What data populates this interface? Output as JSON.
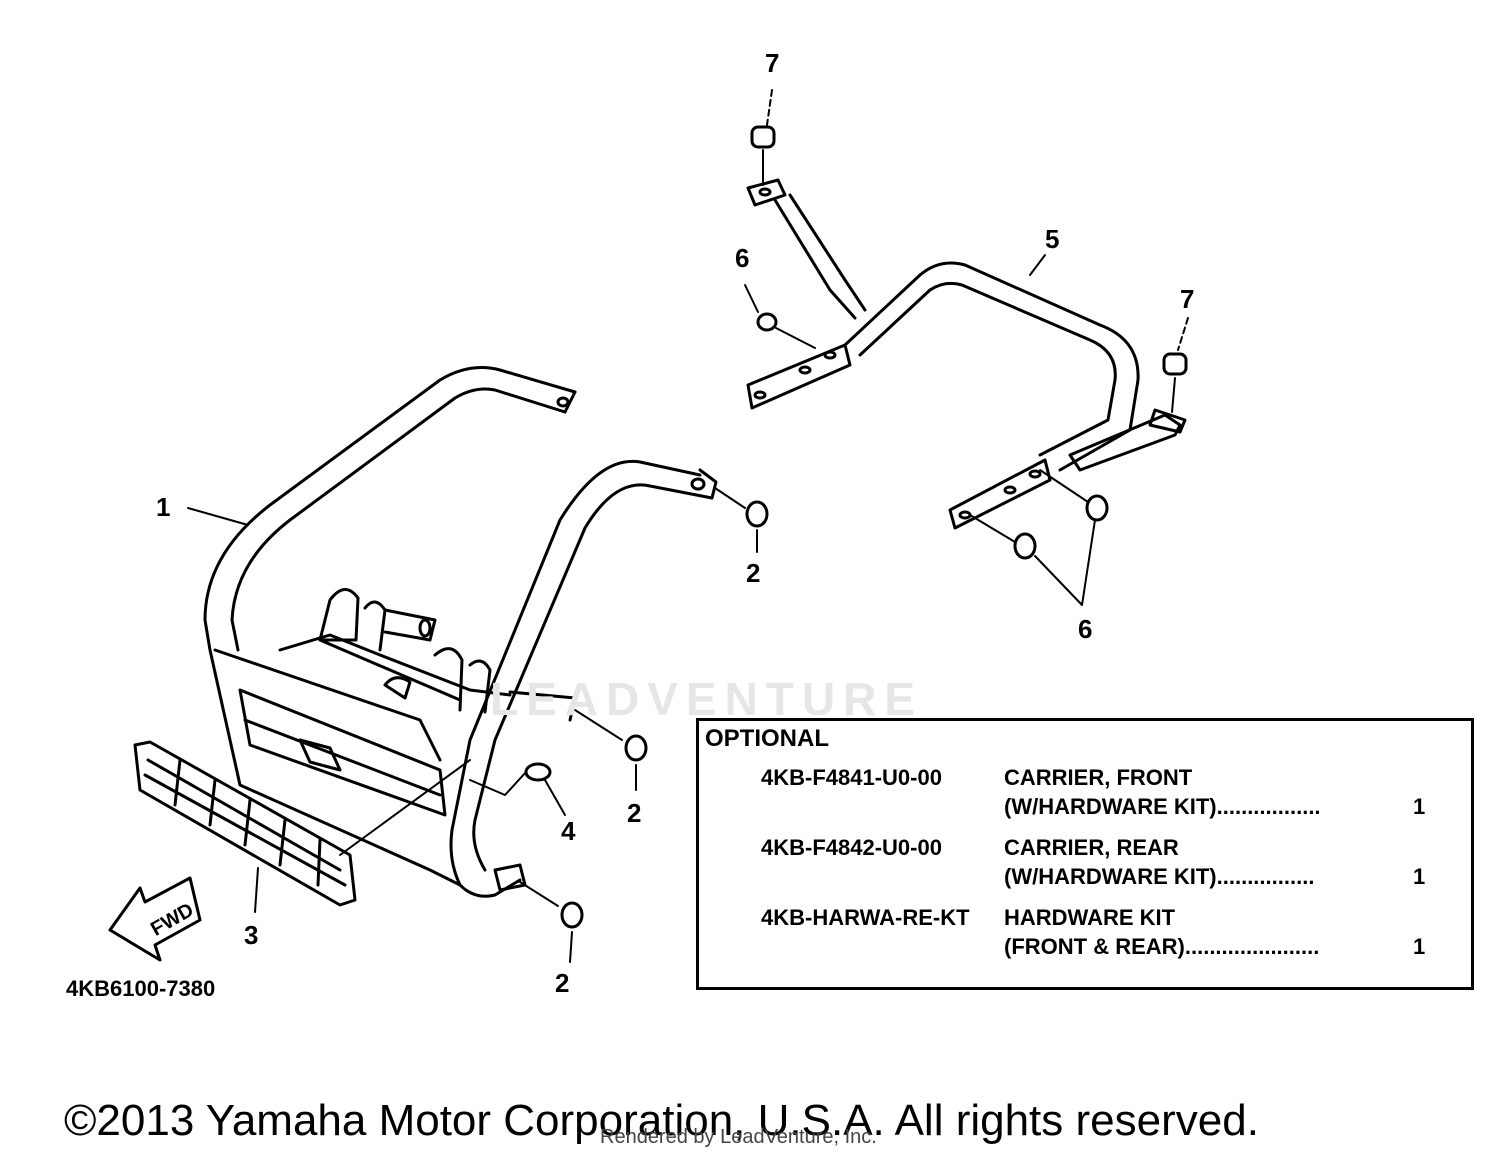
{
  "callouts": {
    "c1": "1",
    "c2a": "2",
    "c2b": "2",
    "c2c": "2",
    "c3": "3",
    "c4": "4",
    "c5": "5",
    "c6a": "6",
    "c6b": "6",
    "c7a": "7",
    "c7b": "7"
  },
  "fwd_label": "FWD",
  "drawing_number": "4KB6100-7380",
  "watermark": "LEADVENTURE",
  "optional": {
    "title": "OPTIONAL",
    "items": [
      {
        "part_no": "4KB-F4841-U0-00",
        "desc_line1": "CARRIER, FRONT",
        "desc_line2": "(W/HARDWARE KIT).................",
        "qty": "1"
      },
      {
        "part_no": "4KB-F4842-U0-00",
        "desc_line1": "CARRIER, REAR",
        "desc_line2": "(W/HARDWARE KIT)................",
        "qty": "1"
      },
      {
        "part_no": "4KB-HARWA-RE-KT",
        "desc_line1": "HARDWARE KIT",
        "desc_line2": "(FRONT & REAR)......................",
        "qty": "1"
      }
    ]
  },
  "footer": {
    "copyright": "©2013 Yamaha Motor Corporation, U.S.A. All rights reserved.",
    "rendered_by": "Rendered by LeadVenture, Inc."
  }
}
